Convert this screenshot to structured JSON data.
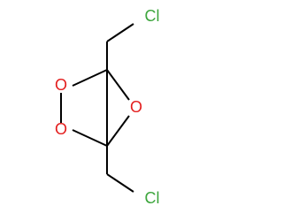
{
  "molecule": {
    "atoms": {
      "cl_top": {
        "label": "Cl",
        "color": "#3ca53c"
      },
      "o_upper_left": {
        "label": "O",
        "color": "#e31d1d"
      },
      "o_lower_left": {
        "label": "O",
        "color": "#e31d1d"
      },
      "o_epoxide": {
        "label": "O",
        "color": "#e31d1d"
      },
      "cl_bottom": {
        "label": "Cl",
        "color": "#3ca53c"
      }
    },
    "bond_color": "#000000"
  }
}
